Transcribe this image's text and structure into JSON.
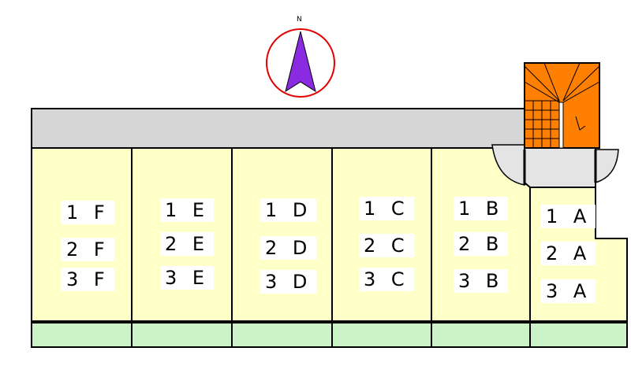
{
  "compass": {
    "north_label": "N"
  },
  "units": [
    {
      "id": "F",
      "labels": [
        "1 F",
        "2 F",
        "3 F"
      ]
    },
    {
      "id": "E",
      "labels": [
        "1 E",
        "2 E",
        "3 E"
      ]
    },
    {
      "id": "D",
      "labels": [
        "1 D",
        "2 D",
        "3 D"
      ]
    },
    {
      "id": "C",
      "labels": [
        "1 C",
        "2 C",
        "3 C"
      ]
    },
    {
      "id": "B",
      "labels": [
        "1 B",
        "2 B",
        "3 B"
      ]
    },
    {
      "id": "A",
      "labels": [
        "1 A",
        "2 A",
        "3 A"
      ]
    }
  ],
  "colors": {
    "room": "#ffffc8",
    "corridor": "#d6d6d6",
    "balcony": "#ccf2c8",
    "stair": "#ff7f00",
    "entrance": "#e4e4e4",
    "compass_ring": "#e00000",
    "compass_needle": "#8a2be2",
    "outline": "#000000"
  }
}
